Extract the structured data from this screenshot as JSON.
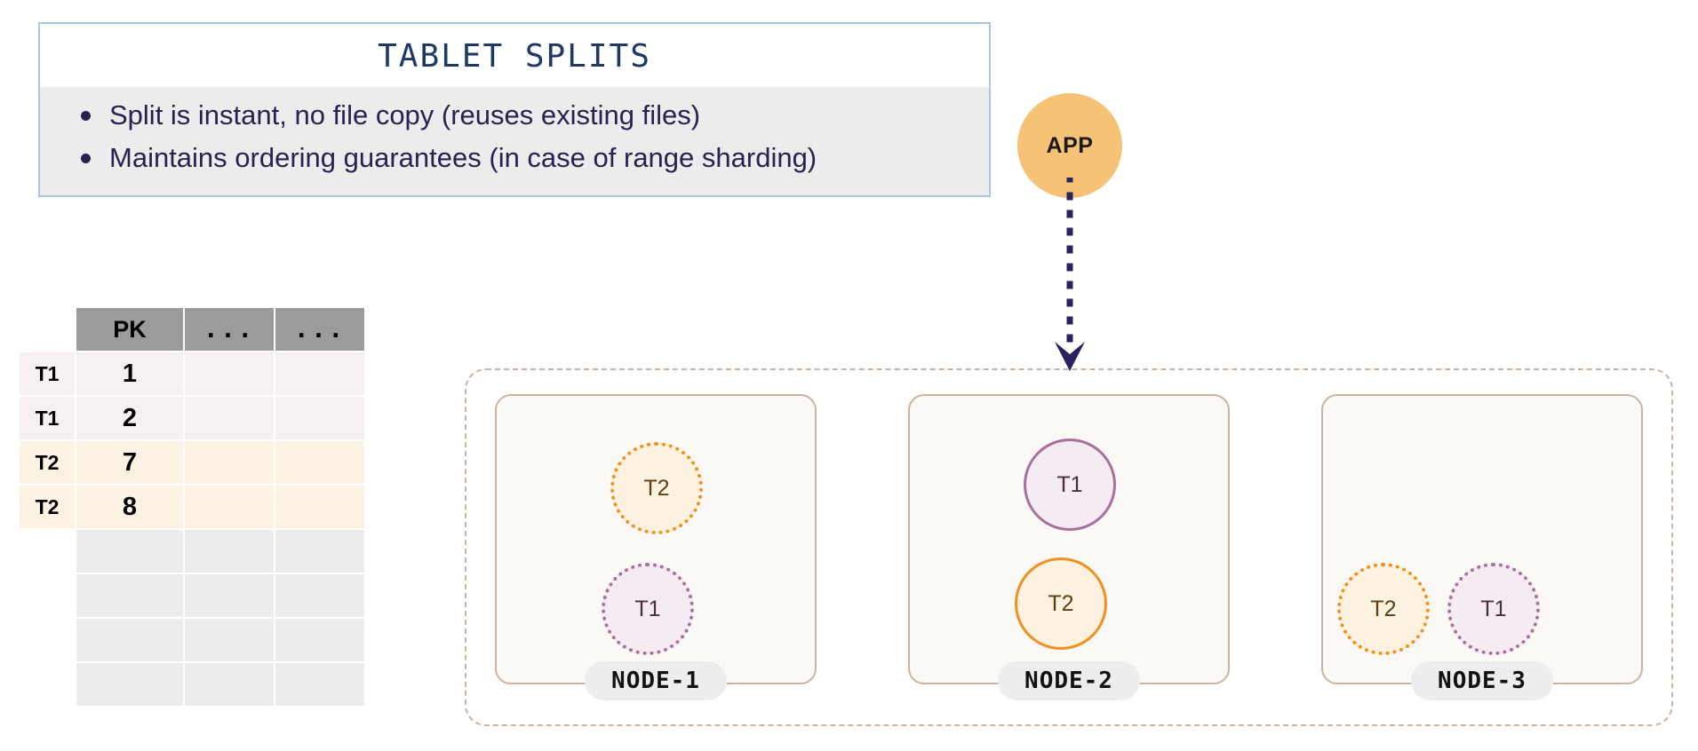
{
  "notes": {
    "title": "TABLET SPLITS",
    "bullets": [
      "Split is instant, no file copy (reuses existing files)",
      "Maintains ordering guarantees (in case of range sharding)"
    ],
    "border_color": "#a9c7e4",
    "body_bg": "#ececec",
    "title_color": "#1f3864",
    "text_color": "#2b2150"
  },
  "table": {
    "headers": [
      "",
      "PK",
      "...",
      "..."
    ],
    "header_bg": "#9b9b9b",
    "rows": [
      {
        "tag": "T1",
        "pk": "1",
        "c2": "",
        "c3": "",
        "kind": "t1"
      },
      {
        "tag": "T1",
        "pk": "2",
        "c2": "",
        "c3": "",
        "kind": "t1"
      },
      {
        "tag": "T2",
        "pk": "7",
        "c2": "",
        "c3": "",
        "kind": "t2"
      },
      {
        "tag": "T2",
        "pk": "8",
        "c2": "",
        "c3": "",
        "kind": "t2"
      },
      {
        "tag": "",
        "pk": "",
        "c2": "",
        "c3": "",
        "kind": "blank"
      },
      {
        "tag": "",
        "pk": "",
        "c2": "",
        "c3": "",
        "kind": "blank"
      },
      {
        "tag": "",
        "pk": "",
        "c2": "",
        "c3": "",
        "kind": "blank"
      },
      {
        "tag": "",
        "pk": "",
        "c2": "",
        "c3": "",
        "kind": "blank"
      }
    ],
    "t1_row_bg": "#f6eff3",
    "t2_row_bg": "#fcf2e3",
    "blank_row_bg": "#ececec"
  },
  "app": {
    "label": "APP",
    "color": "#f5c276",
    "arrow_color": "#2b2160",
    "arrow_style": "dotted"
  },
  "cluster": {
    "border_color": "#cbb3a2",
    "border_style": "dash-dot",
    "nodes": [
      {
        "label": "NODE-1",
        "tablets": [
          {
            "name": "T2",
            "type": "t2",
            "border": "dotted",
            "pos": "n1-t2"
          },
          {
            "name": "T1",
            "type": "t1",
            "border": "dotted",
            "pos": "n1-t1"
          }
        ]
      },
      {
        "label": "NODE-2",
        "tablets": [
          {
            "name": "T1",
            "type": "t1",
            "border": "solid",
            "pos": "n2-t1"
          },
          {
            "name": "T2",
            "type": "t2",
            "border": "solid",
            "pos": "n2-t2"
          }
        ]
      },
      {
        "label": "NODE-3",
        "tablets": [
          {
            "name": "T2",
            "type": "t2",
            "border": "dotted",
            "pos": "n3-t2"
          },
          {
            "name": "T1",
            "type": "t1",
            "border": "dotted",
            "pos": "n3-t1"
          }
        ]
      }
    ],
    "tablet_colors": {
      "t1_fill": "#f4ecf2",
      "t1_stroke": "#a9709b",
      "t2_fill": "#fdf2e0",
      "t2_stroke": "#ef9020"
    }
  }
}
